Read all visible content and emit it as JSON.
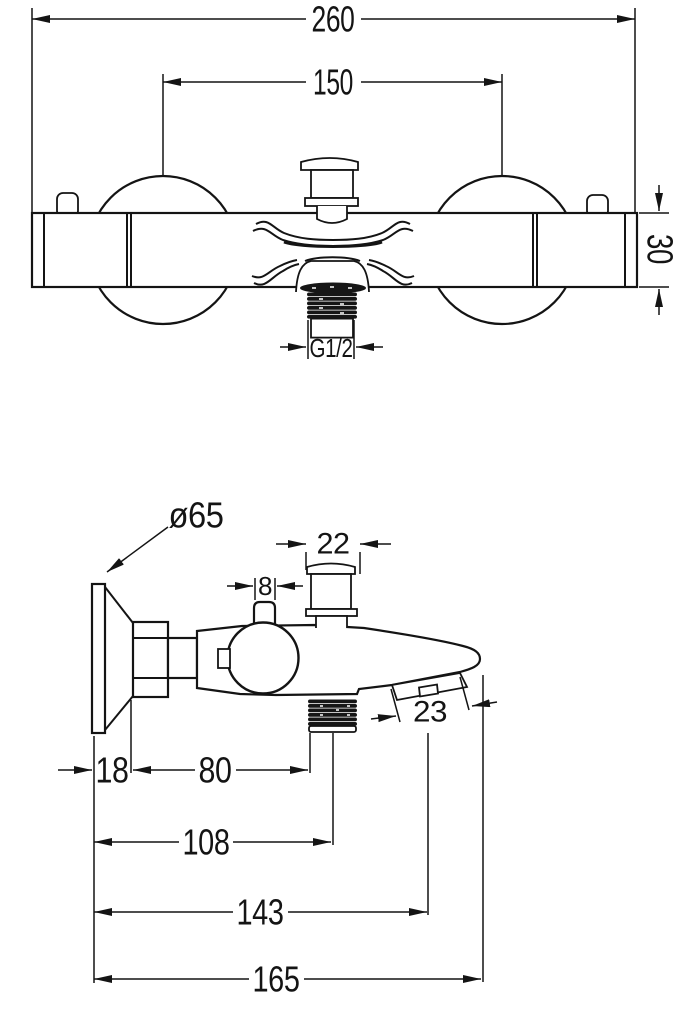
{
  "drawing": {
    "colors": {
      "line": "#141414",
      "background": "#ffffff"
    },
    "front_view": {
      "total_width": "260",
      "handle_spacing": "150",
      "body_height": "30",
      "outlet_thread": "G1/2"
    },
    "side_view": {
      "flange_diameter": "ø65",
      "diverter_cap_width": "22",
      "stub_width": "8",
      "connector_length": "23",
      "flange_depth": "18",
      "flange_to_shower_outlet": "80",
      "wall_to_shower_outlet": "108",
      "wall_to_connector": "143",
      "total_projection": "165"
    }
  }
}
